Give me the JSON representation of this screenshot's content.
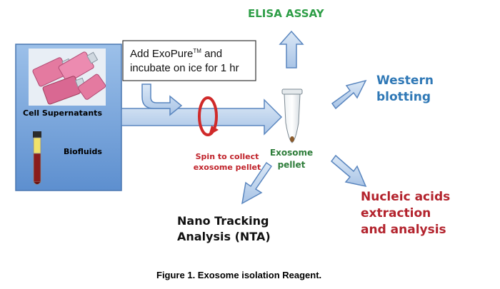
{
  "title": "ELISA ASSAY",
  "instruction": {
    "line1_prefix": "Add ExoPure",
    "line1_sup": "TM",
    "line1_suffix": " and",
    "line2": "incubate on ice for 1 hr"
  },
  "sources": {
    "cells": "Cell Supernatants",
    "fluids": "Biofluids"
  },
  "spin": {
    "line1": "Spin to collect",
    "line2": "exosome pellet"
  },
  "pellet": {
    "line1": "Exosome",
    "line2": "pellet"
  },
  "western": {
    "line1": "Western",
    "line2": "blotting"
  },
  "nucleic": {
    "line1": "Nucleic acids",
    "line2": "extraction",
    "line3": "and analysis"
  },
  "nta": {
    "line1": "Nano Tracking",
    "line2": "Analysis (NTA)"
  },
  "caption": "Figure 1. Exosome isolation Reagent.",
  "colors": {
    "elisa": "#2e9e47",
    "western": "#2f78b6",
    "nucleic": "#b3232d",
    "spin": "#c0232b",
    "pellet": "#2e7d3a",
    "arrow_fill": "#b9d0ea",
    "arrow_stroke": "#5a86bf",
    "panel": "#6f9fd8"
  }
}
